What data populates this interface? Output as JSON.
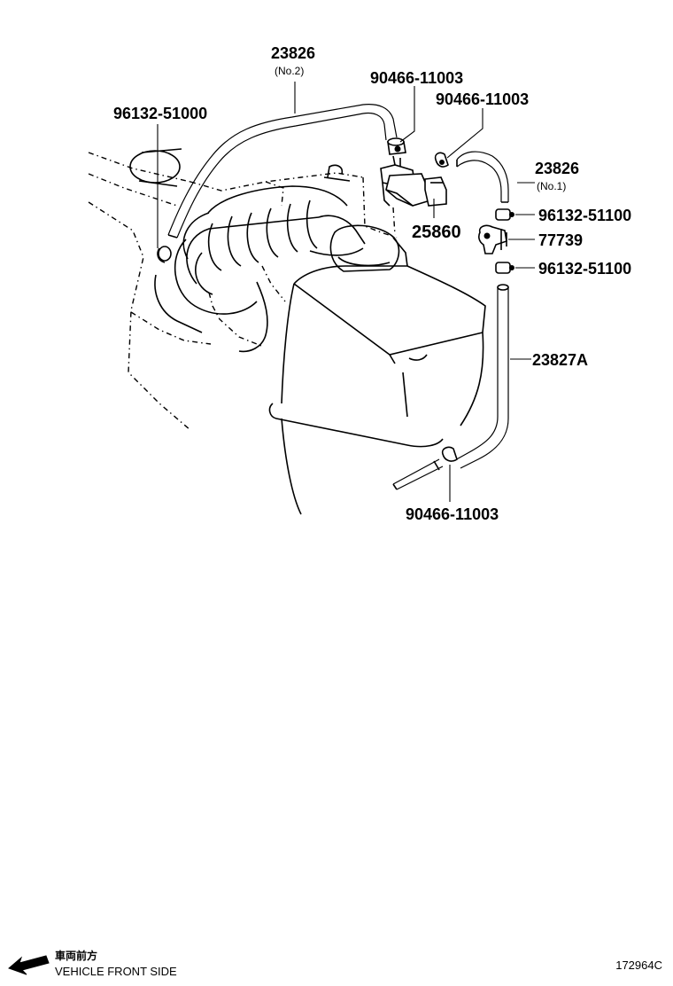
{
  "callouts": {
    "hose_no2_part": "23826",
    "hose_no2_sub": "(No.2)",
    "clip_top_a": "90466-11003",
    "clip_top_b": "90466-11003",
    "clamp_left": "96132-51000",
    "hose_no1_part": "23826",
    "hose_no1_sub": "(No.1)",
    "clamp_right_a": "96132-51100",
    "valve": "25860",
    "fitting": "77739",
    "clamp_right_b": "96132-51100",
    "hose_a": "23827A",
    "clip_bottom": "90466-11003"
  },
  "footer": {
    "direction_jp": "車両前方",
    "direction_en": "VEHICLE FRONT SIDE",
    "drawing_number": "172964C"
  },
  "icons": {
    "front_arrow": "arrow-left-down-icon"
  }
}
